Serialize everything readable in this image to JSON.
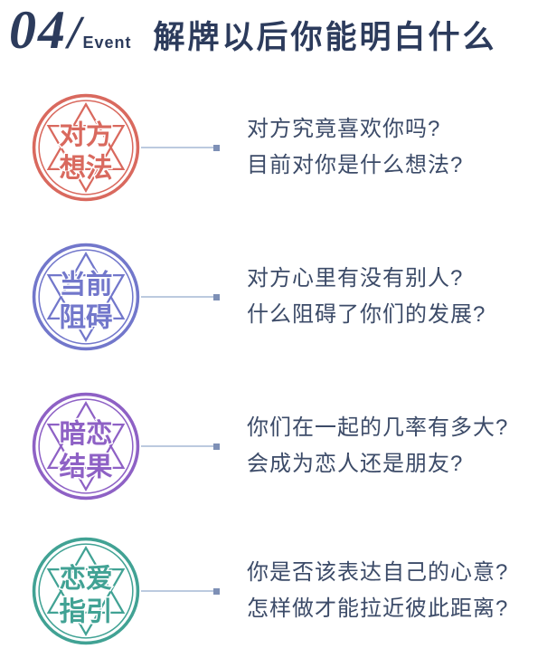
{
  "header": {
    "number": "04",
    "slash": "/",
    "event_label": "Event",
    "title": "解牌以后你能明白什么",
    "color": "#2c3b5c"
  },
  "connector": {
    "line_color": "#bccadf",
    "dot_color": "#7e90b6"
  },
  "text_color": "#3c4b68",
  "items": [
    {
      "badge_line1": "对方",
      "badge_line2": "想法",
      "color": "#d9695e",
      "questions": [
        "对方究竟喜欢你吗?",
        "目前对你是什么想法?"
      ]
    },
    {
      "badge_line1": "当前",
      "badge_line2": "阻碍",
      "color": "#7277cb",
      "questions": [
        "对方心里有没有别人?",
        "什么阻碍了你们的发展?"
      ]
    },
    {
      "badge_line1": "暗恋",
      "badge_line2": "结果",
      "color": "#8e61c5",
      "questions": [
        "你们在一起的几率有多大?",
        "会成为恋人还是朋友?"
      ]
    },
    {
      "badge_line1": "恋爱",
      "badge_line2": "指引",
      "color": "#41a294",
      "questions": [
        "你是否该表达自己的心意?",
        "怎样做才能拉近彼此距离?"
      ]
    }
  ]
}
